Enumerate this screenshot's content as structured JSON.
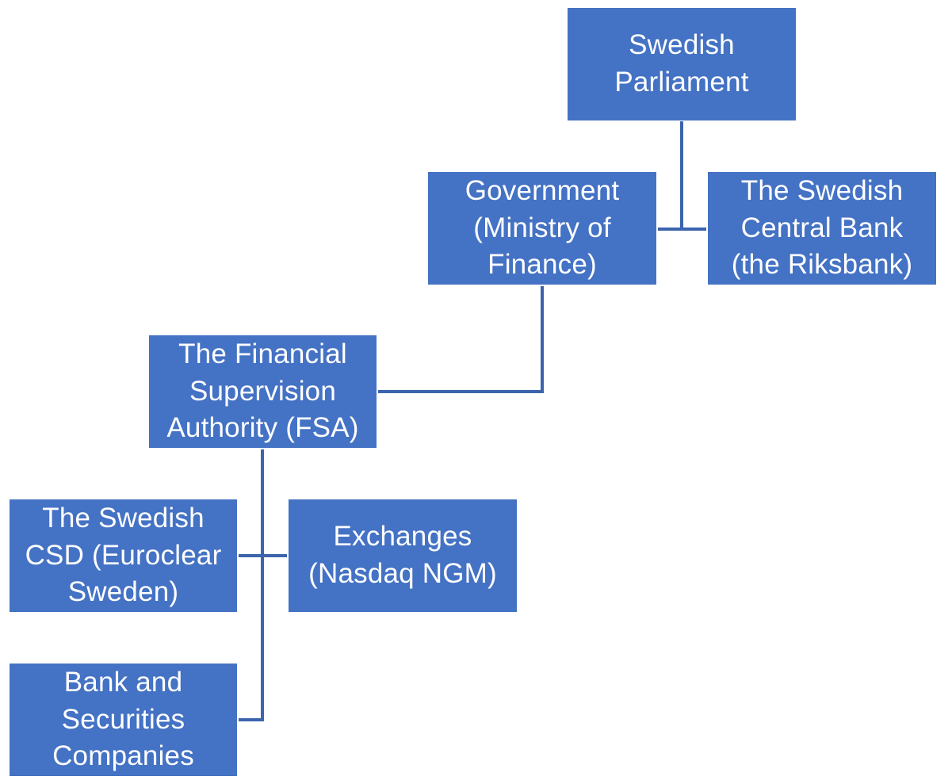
{
  "diagram": {
    "nodes": {
      "parliament": "Swedish\nParliament",
      "government": "Government\n(Ministry of\nFinance)",
      "riksbank": "The Swedish\nCentral Bank\n(the Riksbank)",
      "fsa": "The Financial\nSupervision\nAuthority (FSA)",
      "csd": "The Swedish\nCSD (Euroclear\nSweden)",
      "exchanges": "Exchanges\n(Nasdaq NGM)",
      "banks": "Bank and\nSecurities\nCompanies"
    },
    "colors": {
      "node_fill": "#4472c4",
      "connector": "#3b64ad",
      "text": "#ffffff"
    }
  }
}
